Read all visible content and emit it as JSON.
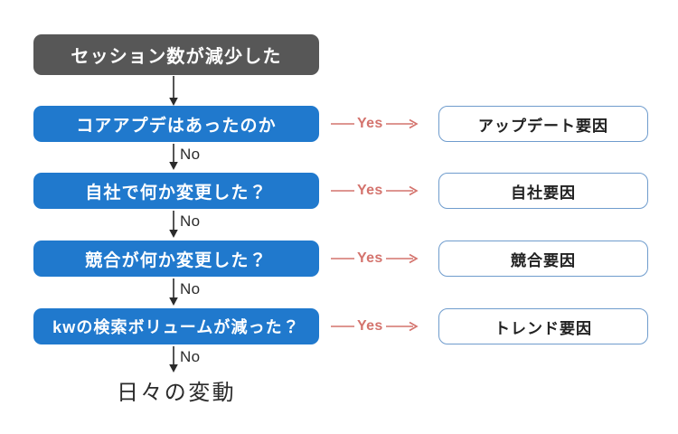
{
  "diagram": {
    "title_node": {
      "label": "セッション数が減少した"
    },
    "no_label": "No",
    "yes_label": "Yes",
    "terminal": {
      "label": "日々の変動"
    },
    "rows": [
      {
        "question": "コアアプデはあったのか",
        "yes": "Yes",
        "result": "アップデート要因",
        "no": "No"
      },
      {
        "question": "自社で何か変更した？",
        "yes": "Yes",
        "result": "自社要因",
        "no": "No"
      },
      {
        "question": "競合が何か変更した？",
        "yes": "Yes",
        "result": "競合要因",
        "no": "No"
      },
      {
        "question": "kwの検索ボリュームが減った？",
        "yes": "Yes",
        "result": "トレンド要因",
        "no": "No"
      }
    ],
    "colors": {
      "background": "#ffffff",
      "start_box": "#575757",
      "decision_box": "#2079cd",
      "result_border": "#6f9ccd",
      "yes_connector": "#d4736d",
      "no_connector": "#2b2b2b",
      "text_light": "#ffffff",
      "text_dark": "#222222"
    }
  }
}
